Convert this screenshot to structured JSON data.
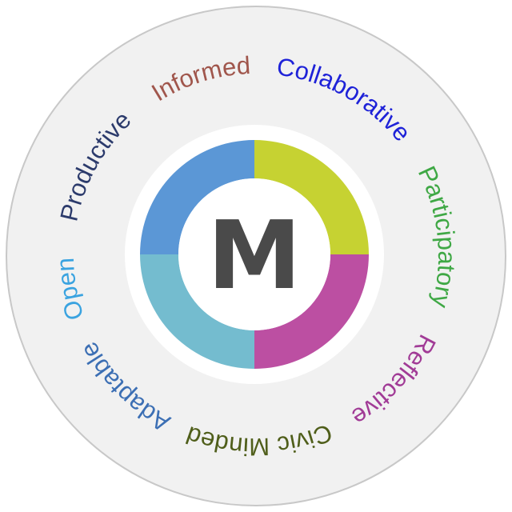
{
  "logo": {
    "letter": "M",
    "colors": {
      "top_left": "#5b97d6",
      "top_right": "#c6d232",
      "bottom_right": "#bc4fa2",
      "bottom_left": "#74bccf",
      "letter": "#4a4a4a"
    }
  },
  "words": [
    {
      "text": "Informed",
      "color": "#a0564c"
    },
    {
      "text": "Collaborative",
      "color": "#1e22d8"
    },
    {
      "text": "Participatory",
      "color": "#3fa845"
    },
    {
      "text": "Reflective",
      "color": "#a13b96"
    },
    {
      "text": "Civic Minded",
      "color": "#4f5e1a"
    },
    {
      "text": "Adaptable",
      "color": "#3c6fb4"
    },
    {
      "text": "Open",
      "color": "#3aa3e0"
    },
    {
      "text": "Productive",
      "color": "#2c3b6c"
    }
  ]
}
